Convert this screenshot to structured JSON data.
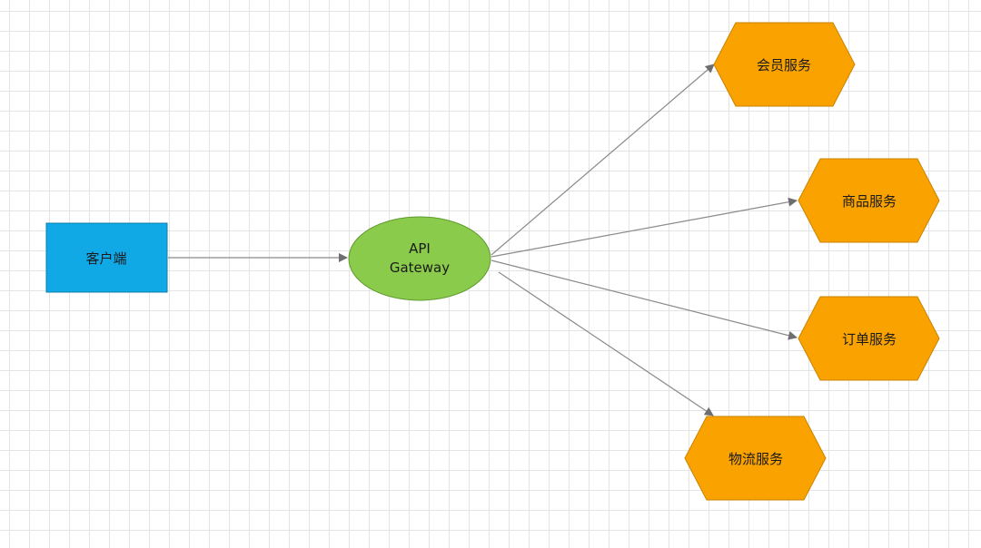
{
  "diagram": {
    "client": {
      "label": "客户端",
      "color": "#10A9E6"
    },
    "gateway": {
      "label_line1": "API",
      "label_line2": "Gateway",
      "color": "#8BCB4B"
    },
    "services": [
      {
        "label": "会员服务"
      },
      {
        "label": "商品服务"
      },
      {
        "label": "订单服务"
      },
      {
        "label": "物流服务"
      }
    ],
    "service_color": "#FAA300",
    "connector_color": "#8a8a8a"
  }
}
